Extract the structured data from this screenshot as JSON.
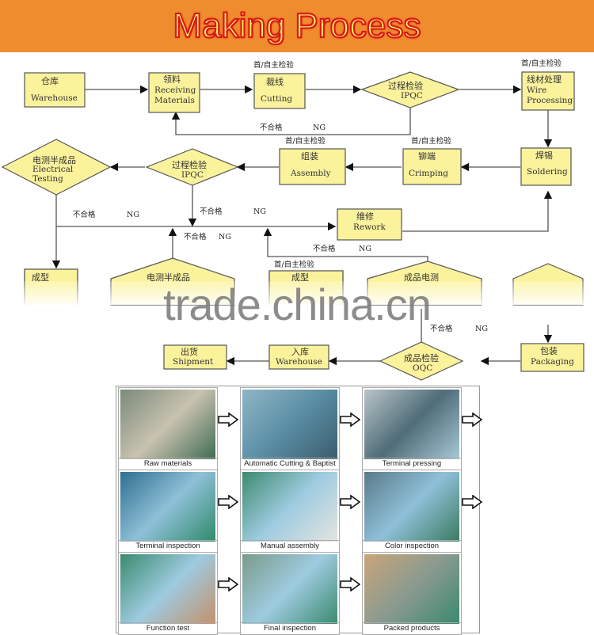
{
  "banner": {
    "title": "Making Process"
  },
  "flowchart": {
    "nodes": {
      "warehouse_in": {
        "cn": "仓库",
        "en": "Warehouse"
      },
      "receiving": {
        "cn": "领料",
        "en1": "Receiving",
        "en2": "Materials"
      },
      "cutting": {
        "cn": "裁线",
        "en": "Cutting"
      },
      "ipqc1": {
        "cn": "过程检验",
        "en": "IPQC"
      },
      "wire_processing": {
        "cn": "线材处理",
        "en1": "Wire",
        "en2": "Processing"
      },
      "soldering": {
        "cn": "焊锡",
        "en": "Soldering"
      },
      "crimping": {
        "cn": "铆端",
        "en": "Crimping"
      },
      "assembly": {
        "cn": "组装",
        "en": "Assembly"
      },
      "ipqc2": {
        "cn": "过程检验",
        "en": "IPQC"
      },
      "electrical_testing": {
        "cn": "电测半成品",
        "en1": "Electrical",
        "en2": "Testing"
      },
      "rework": {
        "cn": "维修",
        "en": "Rework"
      },
      "molding1": {
        "cn": "成型"
      },
      "semi_test": {
        "cn": "电测半成品"
      },
      "molding2": {
        "cn": "成型"
      },
      "final_test": {
        "cn": "成品电测"
      },
      "packaging": {
        "cn": "包装",
        "en": "Packaging"
      },
      "oqc": {
        "cn": "成品检验",
        "en": "OQC"
      },
      "warehouse_out": {
        "cn": "入库",
        "en": "Warehouse"
      },
      "shipment": {
        "cn": "出货",
        "en": "Shipment"
      }
    },
    "labels": {
      "first_inspection": "首/自主检验",
      "fail_cn": "不合格",
      "fail_en": "NG"
    }
  },
  "watermark": "trade.china.cn",
  "photos": [
    {
      "caption": "Raw materials"
    },
    {
      "caption": "Automatic Cutting & Baptist tin"
    },
    {
      "caption": "Terminal pressing"
    },
    {
      "caption": "Terminal inspection"
    },
    {
      "caption": "Manual assembly"
    },
    {
      "caption": "Color inspection"
    },
    {
      "caption": "Function test"
    },
    {
      "caption": "Final inspection"
    },
    {
      "caption": "Packed products"
    }
  ],
  "icons": {
    "step_arrow": "right-outline-arrow-icon"
  }
}
